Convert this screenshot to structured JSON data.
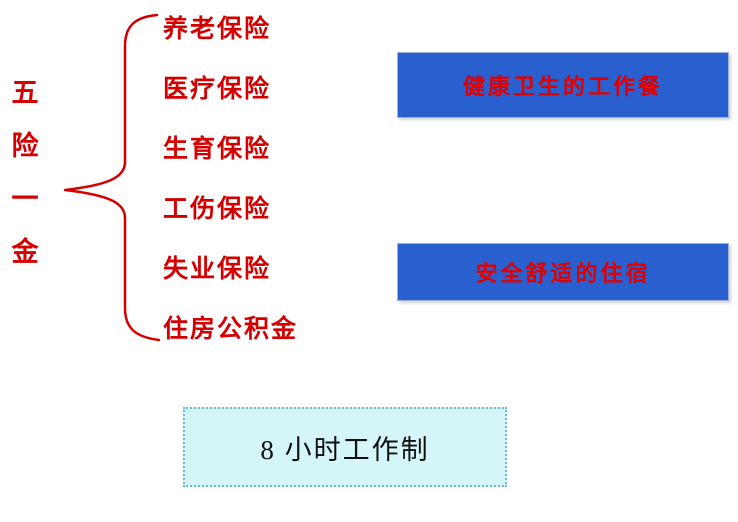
{
  "slide": {
    "brace_label": {
      "text": "五险一金",
      "chars": [
        "五",
        "险",
        "一",
        "金"
      ]
    },
    "insurance_items": [
      "养老保险",
      "医疗保险",
      "生育保险",
      "工伤保险",
      "失业保险",
      "住房公积金"
    ],
    "callouts": [
      {
        "label": "健康卫生的工作餐"
      },
      {
        "label": "安全舒适的住宿"
      }
    ],
    "work_hours": {
      "label": "8 小时工作制"
    },
    "colors": {
      "red_text": "#d40000",
      "callout_fill": "#2a5fd0",
      "callout_text": "#e00000",
      "work_hours_fill": "#d4f6f8",
      "work_hours_border": "#6fb9d4"
    }
  }
}
